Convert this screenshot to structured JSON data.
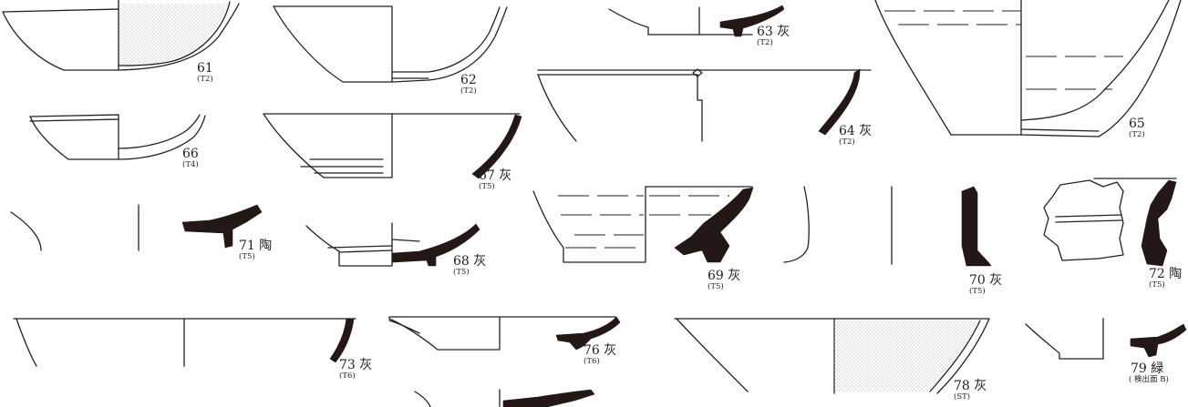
{
  "colors": {
    "ink": "#231815",
    "line": "#222222",
    "stipple": "#8a8a8a"
  },
  "items": [
    {
      "number": "61",
      "ware": "",
      "tag": "(T2)"
    },
    {
      "number": "62",
      "ware": "",
      "tag": "(T2)"
    },
    {
      "number": "63",
      "ware": "灰",
      "tag": "(T2)"
    },
    {
      "number": "64",
      "ware": "灰",
      "tag": "(T2)"
    },
    {
      "number": "65",
      "ware": "",
      "tag": "(T2)"
    },
    {
      "number": "66",
      "ware": "",
      "tag": "(T4)"
    },
    {
      "number": "67",
      "ware": "灰",
      "tag": "(T5)"
    },
    {
      "number": "68",
      "ware": "灰",
      "tag": "(T5)"
    },
    {
      "number": "69",
      "ware": "灰",
      "tag": "(T5)"
    },
    {
      "number": "70",
      "ware": "灰",
      "tag": "(T5)"
    },
    {
      "number": "71",
      "ware": "陶",
      "tag": "(T5)"
    },
    {
      "number": "72",
      "ware": "陶",
      "tag": "(T5)"
    },
    {
      "number": "73",
      "ware": "灰",
      "tag": "(T6)"
    },
    {
      "number": "76",
      "ware": "灰",
      "tag": "(T6)"
    },
    {
      "number": "78",
      "ware": "灰",
      "tag": "(ST)"
    },
    {
      "number": "79",
      "ware": "緑",
      "tag": "( 検出面 B)"
    }
  ]
}
